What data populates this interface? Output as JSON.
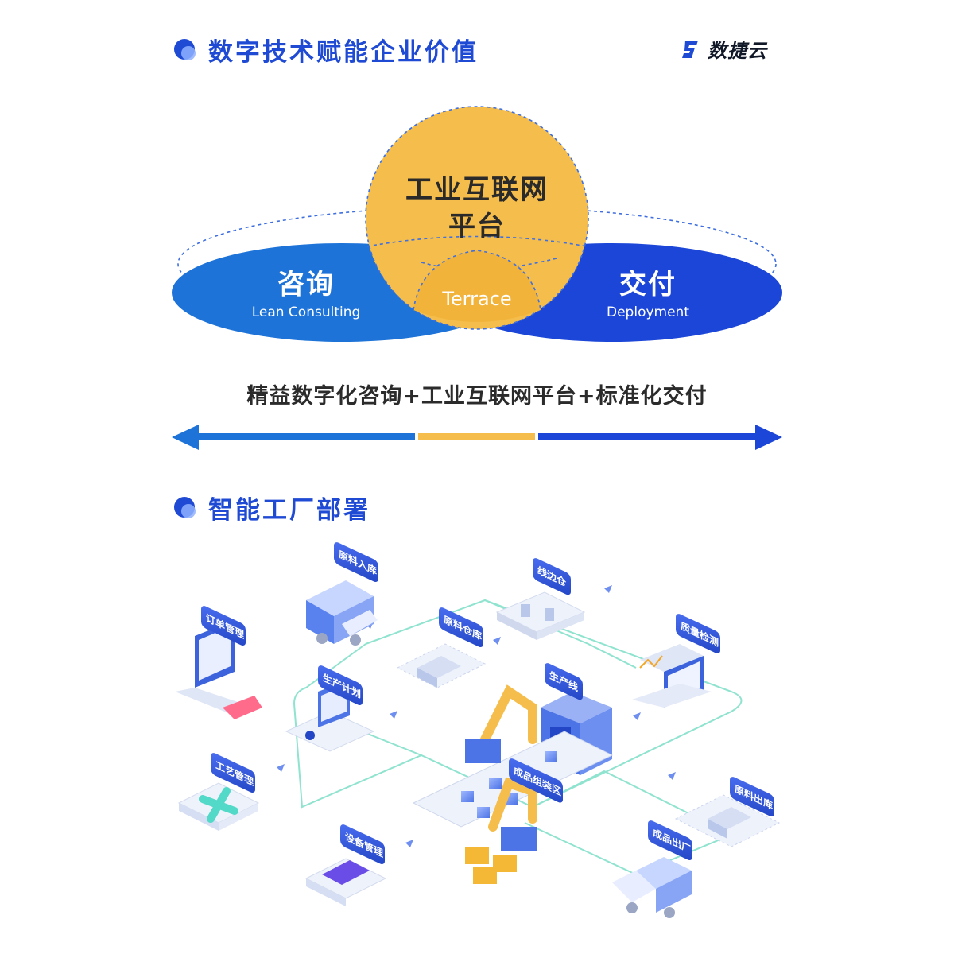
{
  "header": {
    "section1_title": "数字技术赋能企业价值",
    "brand_name": "数捷云",
    "section2_title": "智能工厂部署"
  },
  "venn": {
    "platform_line1": "工业互联网",
    "platform_line2": "平台",
    "consult_main": "咨询",
    "consult_sub": "Lean Consulting",
    "deliver_main": "交付",
    "deliver_sub": "Deployment",
    "center": "Terrace"
  },
  "formula": "精益数字化咨询+工业互联网平台+标准化交付",
  "colors": {
    "primary_blue": "#1f4ad4",
    "consult_blue": "#1d73d8",
    "deliver_blue": "#1b46d8",
    "platform_yellow": "#f5be4c",
    "flow_line": "#8fe3cf"
  },
  "factory": {
    "stations": [
      {
        "label": "原料入库",
        "icon": "truck-icon"
      },
      {
        "label": "线边仓",
        "icon": "shelf-icon"
      },
      {
        "label": "订单管理",
        "icon": "laptop-icon"
      },
      {
        "label": "原料仓库",
        "icon": "warehouse-icon"
      },
      {
        "label": "质量检测",
        "icon": "inspection-icon"
      },
      {
        "label": "生产计划",
        "icon": "planner-icon"
      },
      {
        "label": "生产线",
        "icon": "machine-icon"
      },
      {
        "label": "工艺管理",
        "icon": "process-icon"
      },
      {
        "label": "成品组装区",
        "icon": "robot-arm-icon"
      },
      {
        "label": "原料出库",
        "icon": "warehouse-icon"
      },
      {
        "label": "设备管理",
        "icon": "device-icon"
      },
      {
        "label": "成品出厂",
        "icon": "truck-icon"
      }
    ]
  }
}
